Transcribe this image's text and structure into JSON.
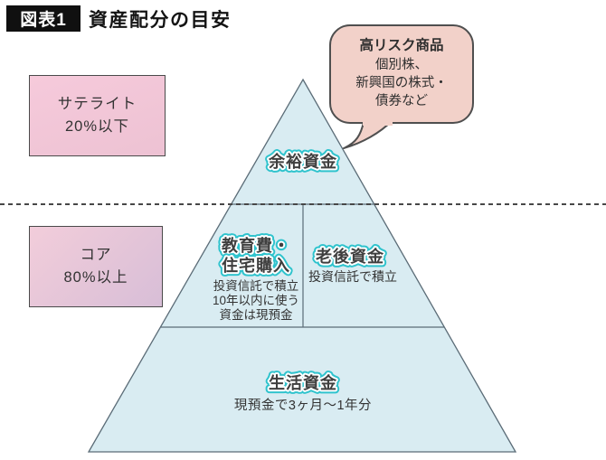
{
  "figure": {
    "tag": "図表1",
    "title": "資産配分の目安"
  },
  "legend_boxes": {
    "satellite": {
      "lines": [
        "サテライト",
        "20%以下"
      ]
    },
    "core": {
      "lines": [
        "コア",
        "80%以上"
      ]
    }
  },
  "callout": {
    "title": "高リスク商品",
    "lines": [
      "個別株、",
      "新興国の株式・",
      "債券など"
    ]
  },
  "pyramid": {
    "tier_surplus": {
      "label": "余裕資金"
    },
    "tier_mid_left": {
      "label_lines": [
        "教育費・",
        "住宅購入"
      ],
      "notes": [
        "投資信託で積立",
        "10年以内に使う",
        "資金は現預金"
      ]
    },
    "tier_mid_right": {
      "label": "老後資金",
      "note": "投資信託で積立"
    },
    "tier_base": {
      "label": "生活資金",
      "note": "現預金で3ヶ月〜1年分"
    }
  },
  "colors": {
    "pyramid_fill": "#d9ecf2",
    "pyramid_stroke": "#5b6c77",
    "bubble_fill": "#f2d1c9",
    "bubble_stroke": "#4f4f4f",
    "satellite_box_fill": "#f1c6d7",
    "core_box_fill": "#e5c6d9",
    "label_outline_teal": "#2fc3cd",
    "tag_background": "#101010",
    "dashed_divider": "#474747"
  }
}
